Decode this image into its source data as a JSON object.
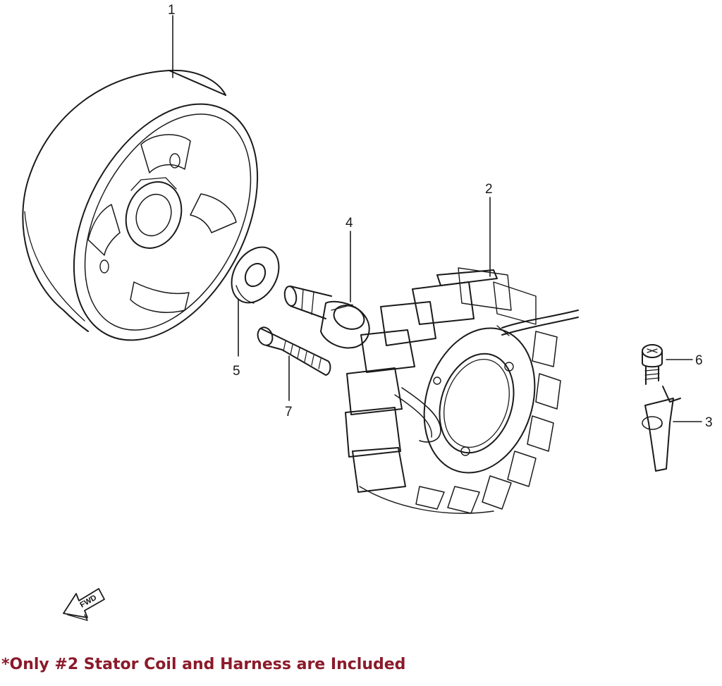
{
  "callouts": {
    "p1": "1",
    "p2": "2",
    "p3": "3",
    "p4": "4",
    "p5": "5",
    "p6": "6",
    "p7": "7"
  },
  "direction_marker": "FWD",
  "note": "*Only #2 Stator Coil and Harness are Included",
  "colors": {
    "line": "#1a1a1a",
    "note": "#8b1a2a",
    "background": "#ffffff"
  }
}
